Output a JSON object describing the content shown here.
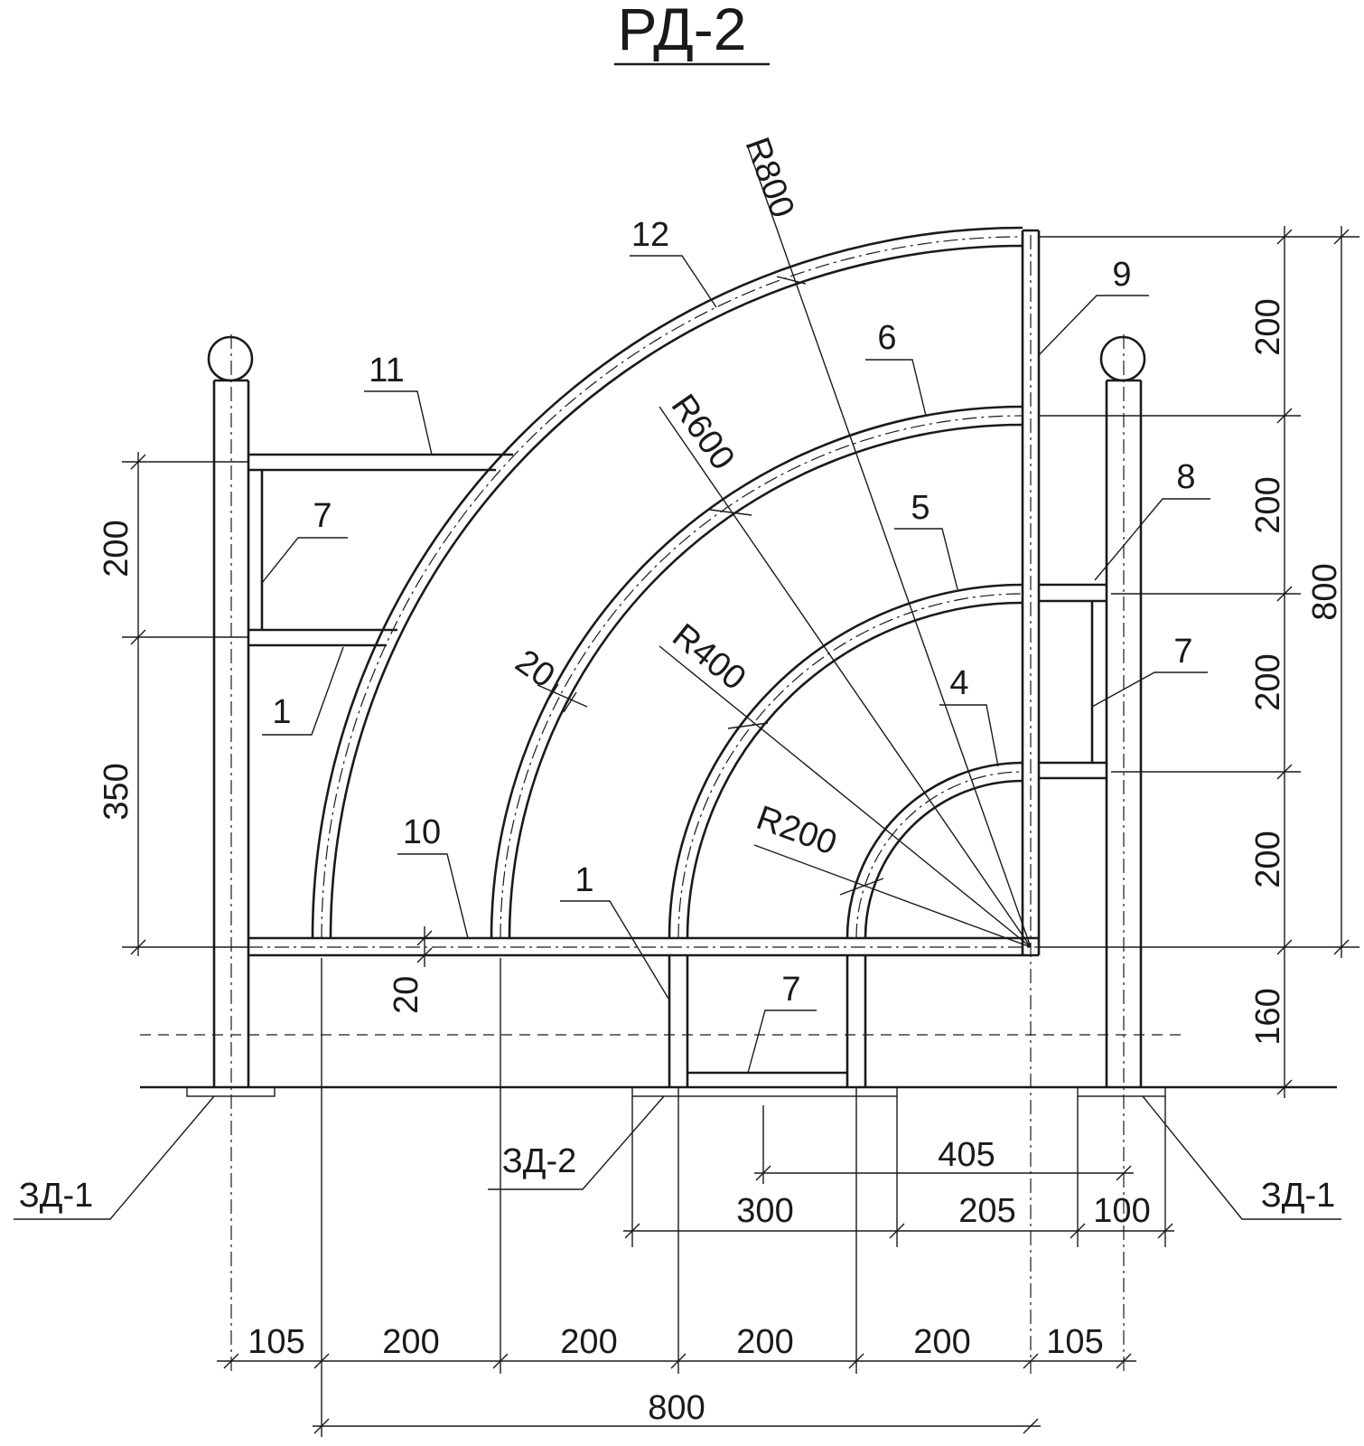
{
  "title": "РД-2",
  "parts": {
    "p12": "12",
    "p11": "11",
    "p9": "9",
    "p8": "8",
    "p7a": "7",
    "p7b": "7",
    "p7c": "7",
    "p6": "6",
    "p5": "5",
    "p4": "4",
    "p1a": "1",
    "p1b": "1",
    "p10": "10"
  },
  "radii": {
    "r800": "R800",
    "r600": "R600",
    "r400": "R400",
    "r200": "R200"
  },
  "thickness": {
    "arc": "20",
    "bottom": "20"
  },
  "footings": {
    "left": "ЗД-1",
    "center": "ЗД-2",
    "right": "ЗД-1"
  },
  "dims_right": {
    "d1": "200",
    "d2": "200",
    "d3": "200",
    "d4": "200",
    "d5": "160",
    "total": "800"
  },
  "dims_left": {
    "upper": "200",
    "lower": "350"
  },
  "dims_footing": {
    "d300": "300",
    "d205": "205",
    "d100": "100",
    "d405": "405"
  },
  "dims_bottom": {
    "d1": "105",
    "d2": "200",
    "d3": "200",
    "d4": "200",
    "d5": "200",
    "d6": "105",
    "total": "800"
  }
}
